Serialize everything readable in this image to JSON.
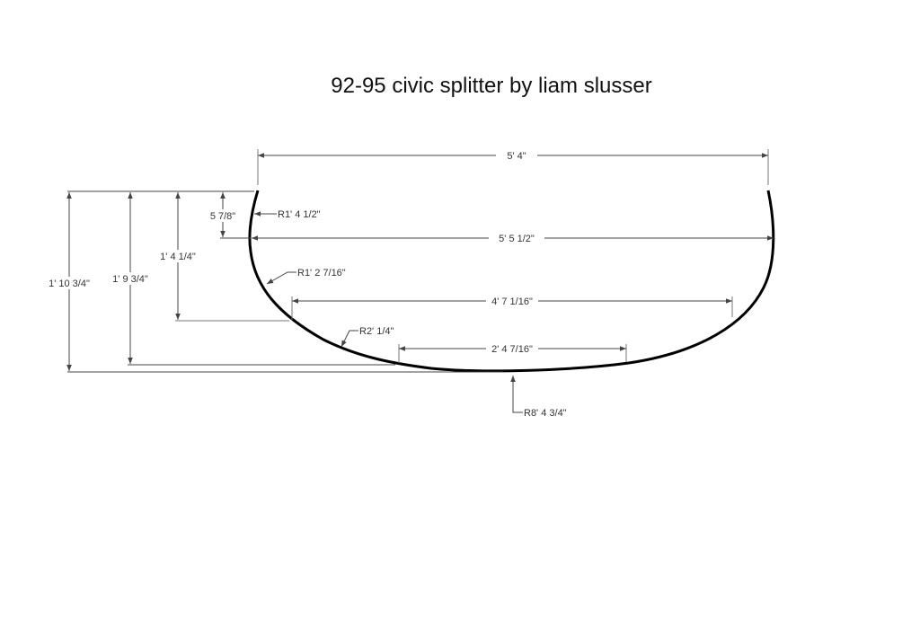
{
  "title": "92-95 civic splitter by liam slusser",
  "dimensions": {
    "overall_top_width": "5' 4\"",
    "max_width": "5' 5 1/2\"",
    "mid_width": "4' 7 1/16\"",
    "flat_width": "2' 4 7/16\"",
    "depth_to_max_width": "5 7/8\"",
    "depth_to_mid_width": "1' 4 1/4\"",
    "depth_to_flat": "1' 9 3/4\"",
    "total_depth": "1' 10 3/4\""
  },
  "radii": {
    "upper_corner": "R1' 4 1/2\"",
    "lower_corner": "R1' 2 7/16\"",
    "transition": "R2' 1/4\"",
    "front_arc": "R8' 4 3/4\""
  }
}
